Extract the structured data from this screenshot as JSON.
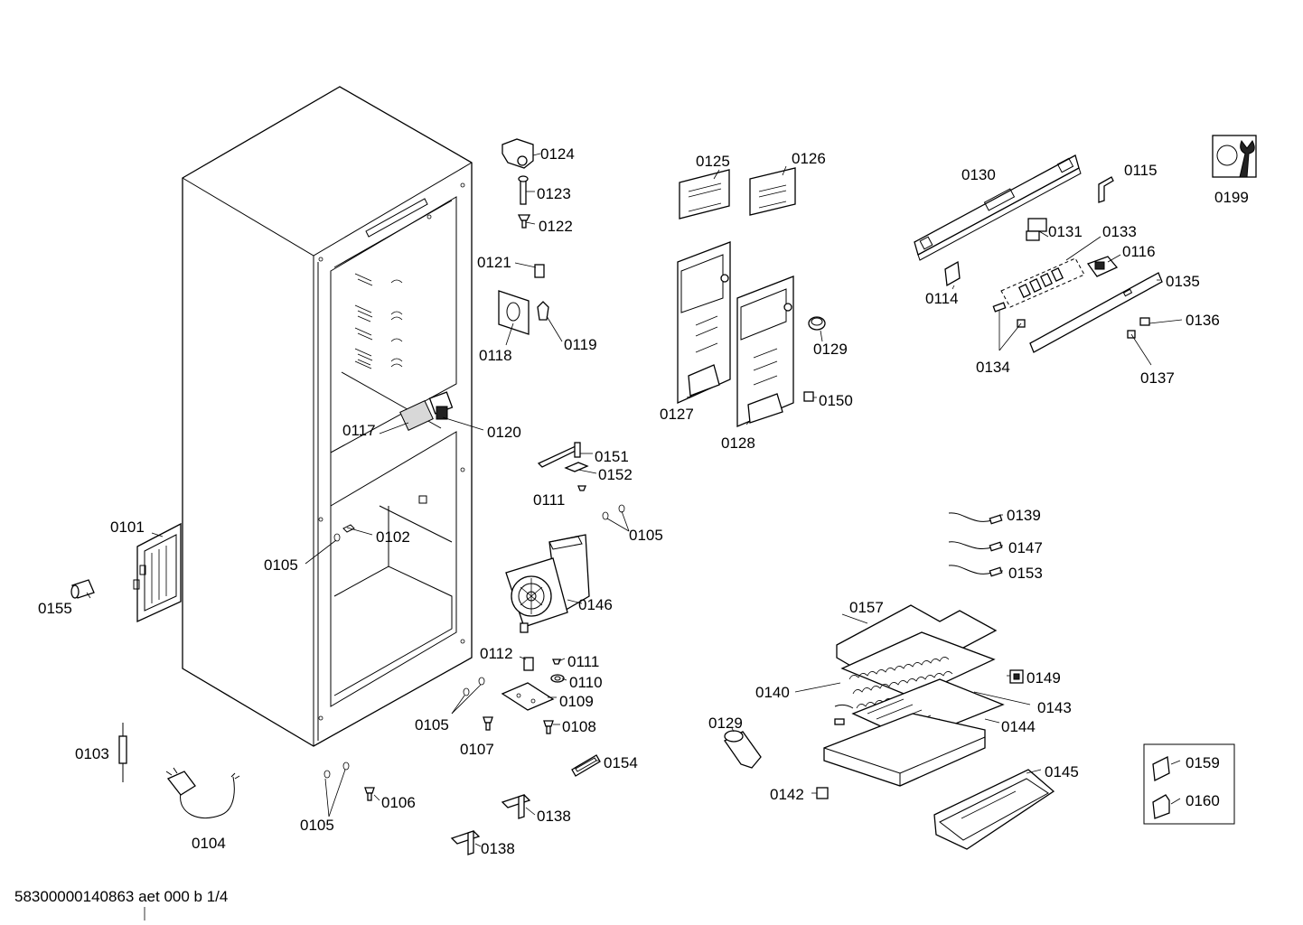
{
  "diagram": {
    "part_labels": [
      "0101",
      "0102",
      "0103",
      "0104",
      "0105",
      "0106",
      "0107",
      "0108",
      "0109",
      "0110",
      "0111",
      "0112",
      "0114",
      "0115",
      "0116",
      "0117",
      "0118",
      "0119",
      "0120",
      "0121",
      "0122",
      "0123",
      "0124",
      "0125",
      "0126",
      "0127",
      "0128",
      "0129",
      "0130",
      "0131",
      "0133",
      "0134",
      "0135",
      "0136",
      "0137",
      "0138",
      "0139",
      "0140",
      "0142",
      "0143",
      "0144",
      "0145",
      "0146",
      "0147",
      "0149",
      "0150",
      "0151",
      "0152",
      "0153",
      "0154",
      "0155",
      "0157",
      "0159",
      "0160",
      "0199"
    ],
    "footer": "58300000140863 aet 000 b 1/4"
  }
}
